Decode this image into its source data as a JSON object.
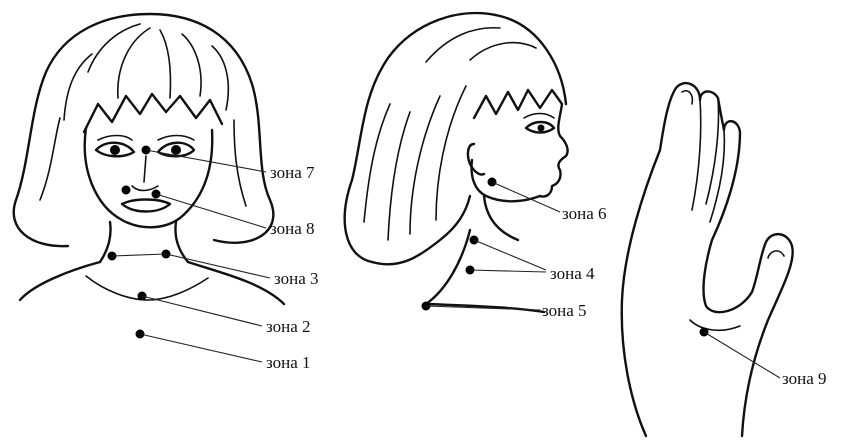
{
  "labels": {
    "z1": "зона 1",
    "z2": "зона 2",
    "z3": "зона 3",
    "z4": "зона 4",
    "z5": "зона 5",
    "z6": "зона 6",
    "z7": "зона 7",
    "z8": "зона 8",
    "z9": "зона 9"
  },
  "colors": {
    "ink": "#111111",
    "background": "#ffffff"
  }
}
